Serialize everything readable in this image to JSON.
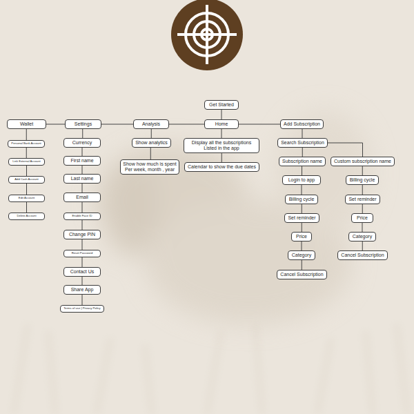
{
  "diagram": {
    "nodes": [
      {
        "text": [
          "Get Started"
        ]
      },
      {
        "text": [
          "Wallet"
        ]
      },
      {
        "text": [
          "Settings"
        ]
      },
      {
        "text": [
          "Analysis"
        ]
      },
      {
        "text": [
          "Home"
        ]
      },
      {
        "text": [
          "Add Subscription"
        ]
      },
      {
        "text": [
          "Personal Bank Account"
        ]
      },
      {
        "text": [
          "Link External Account"
        ]
      },
      {
        "text": [
          "Add Cash Account"
        ]
      },
      {
        "text": [
          "Edit Account"
        ]
      },
      {
        "text": [
          "Delete Account"
        ]
      },
      {
        "text": [
          "Currency"
        ]
      },
      {
        "text": [
          "First name"
        ]
      },
      {
        "text": [
          "Last name"
        ]
      },
      {
        "text": [
          "Email"
        ]
      },
      {
        "text": [
          "Enable Face ID"
        ]
      },
      {
        "text": [
          "Change PIN"
        ]
      },
      {
        "text": [
          "Reset Password"
        ]
      },
      {
        "text": [
          "Contact Us"
        ]
      },
      {
        "text": [
          "Share App"
        ]
      },
      {
        "text": [
          "Terms of use | Privacy Policy"
        ]
      },
      {
        "text": [
          "Show analytics"
        ]
      },
      {
        "text": [
          "Show how much is spent Per week, month , year"
        ]
      },
      {
        "text": [
          "Display all the subscriptions Listed in the app"
        ]
      },
      {
        "text": [
          "Calendar to show the due dates"
        ]
      },
      {
        "text": [
          "Search Subscription"
        ]
      },
      {
        "text": [
          "Subscription name"
        ]
      },
      {
        "text": [
          "Custom subscription name"
        ]
      },
      {
        "text": [
          "Login to app"
        ]
      },
      {
        "text": [
          "Billing cycle"
        ]
      },
      {
        "text": [
          "Set reminder"
        ]
      },
      {
        "text": [
          "Price"
        ]
      },
      {
        "text": [
          "Category"
        ]
      },
      {
        "text": [
          "Cancel Subscription"
        ]
      },
      {
        "text": [
          "Billing cycle"
        ]
      },
      {
        "text": [
          "Set reminder"
        ]
      },
      {
        "text": [
          "Price"
        ]
      },
      {
        "text": [
          "Category"
        ]
      },
      {
        "text": [
          "Cancel Subscription"
        ]
      }
    ],
    "edges": [
      {
        "from": 0,
        "to": 4,
        "arrow": "none"
      },
      {
        "from": 4,
        "to": 3,
        "arrow": "none"
      },
      {
        "from": 3,
        "to": 2,
        "arrow": "none"
      },
      {
        "from": 2,
        "to": 1,
        "arrow": "none"
      },
      {
        "from": 4,
        "to": 5,
        "arrow": "none"
      },
      {
        "from": 1,
        "to": 6,
        "arrow": "none"
      },
      {
        "from": 6,
        "to": 7,
        "arrow": "none"
      },
      {
        "from": 7,
        "to": 8,
        "arrow": "none"
      },
      {
        "from": 8,
        "to": 9,
        "arrow": "none"
      },
      {
        "from": 9,
        "to": 10,
        "arrow": "none"
      },
      {
        "from": 2,
        "to": 11,
        "arrow": "none"
      },
      {
        "from": 11,
        "to": 12,
        "arrow": "none"
      },
      {
        "from": 12,
        "to": 13,
        "arrow": "none"
      },
      {
        "from": 13,
        "to": 14,
        "arrow": "none"
      },
      {
        "from": 14,
        "to": 15,
        "arrow": "none"
      },
      {
        "from": 15,
        "to": 16,
        "arrow": "none"
      },
      {
        "from": 16,
        "to": 17,
        "arrow": "none"
      },
      {
        "from": 17,
        "to": 18,
        "arrow": "none"
      },
      {
        "from": 18,
        "to": 19,
        "arrow": "none"
      },
      {
        "from": 19,
        "to": 20,
        "arrow": "none"
      },
      {
        "from": 3,
        "to": 21,
        "arrow": "none"
      },
      {
        "from": 21,
        "to": 22,
        "arrow": "none"
      },
      {
        "from": 4,
        "to": 23,
        "arrow": "none"
      },
      {
        "from": 23,
        "to": 24,
        "arrow": "none"
      },
      {
        "from": 5,
        "to": 25,
        "arrow": "none"
      },
      {
        "from": 25,
        "to": 26,
        "arrow": "none"
      },
      {
        "from": 25,
        "to": 27,
        "arrow": "none"
      },
      {
        "from": 26,
        "to": 28,
        "arrow": "none"
      },
      {
        "from": 28,
        "to": 29,
        "arrow": "none"
      },
      {
        "from": 29,
        "to": 30,
        "arrow": "none"
      },
      {
        "from": 30,
        "to": 31,
        "arrow": "none"
      },
      {
        "from": 31,
        "to": 32,
        "arrow": "none"
      },
      {
        "from": 32,
        "to": 33,
        "arrow": "none"
      },
      {
        "from": 27,
        "to": 34,
        "arrow": "none"
      },
      {
        "from": 34,
        "to": 35,
        "arrow": "none"
      },
      {
        "from": 35,
        "to": 36,
        "arrow": "none"
      },
      {
        "from": 36,
        "to": 37,
        "arrow": "none"
      },
      {
        "from": 37,
        "to": 38,
        "arrow": "none"
      }
    ]
  }
}
